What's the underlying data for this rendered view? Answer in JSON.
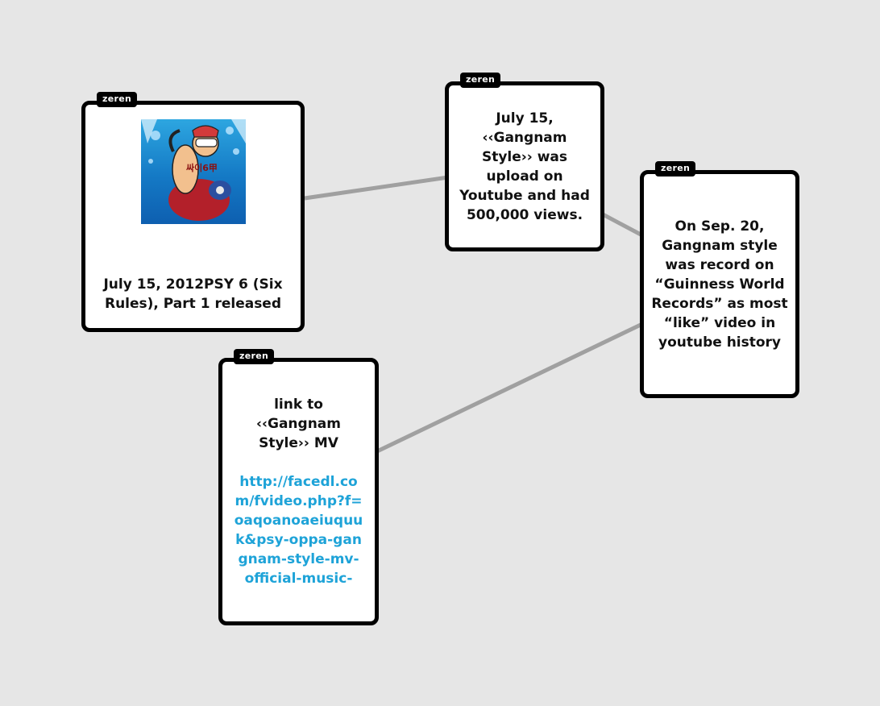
{
  "cards": [
    {
      "tag": "zeren",
      "text": "July 15, 2012PSY 6 (Six Rules), Part 1 released",
      "image_alt": "album-cover"
    },
    {
      "tag": "zeren",
      "text": "July 15, ‹‹Gangnam Style›› was upload on Youtube and had 500,000 views."
    },
    {
      "tag": "zeren",
      "text": "On Sep. 20, Gangnam style was record on “Guinness World Records” as most “like” video in youtube history"
    },
    {
      "tag": "zeren",
      "text": "link to ‹‹Gangnam Style›› MV",
      "link": "http://facedl.com/fvideo.php?f=oaqoanoaeiuquuk&psy-oppa-gangnam-style-mv-official-music-"
    }
  ],
  "colors": {
    "background": "#e6e6e6",
    "connector": "#a0a0a0",
    "link": "#1ea3d8"
  }
}
